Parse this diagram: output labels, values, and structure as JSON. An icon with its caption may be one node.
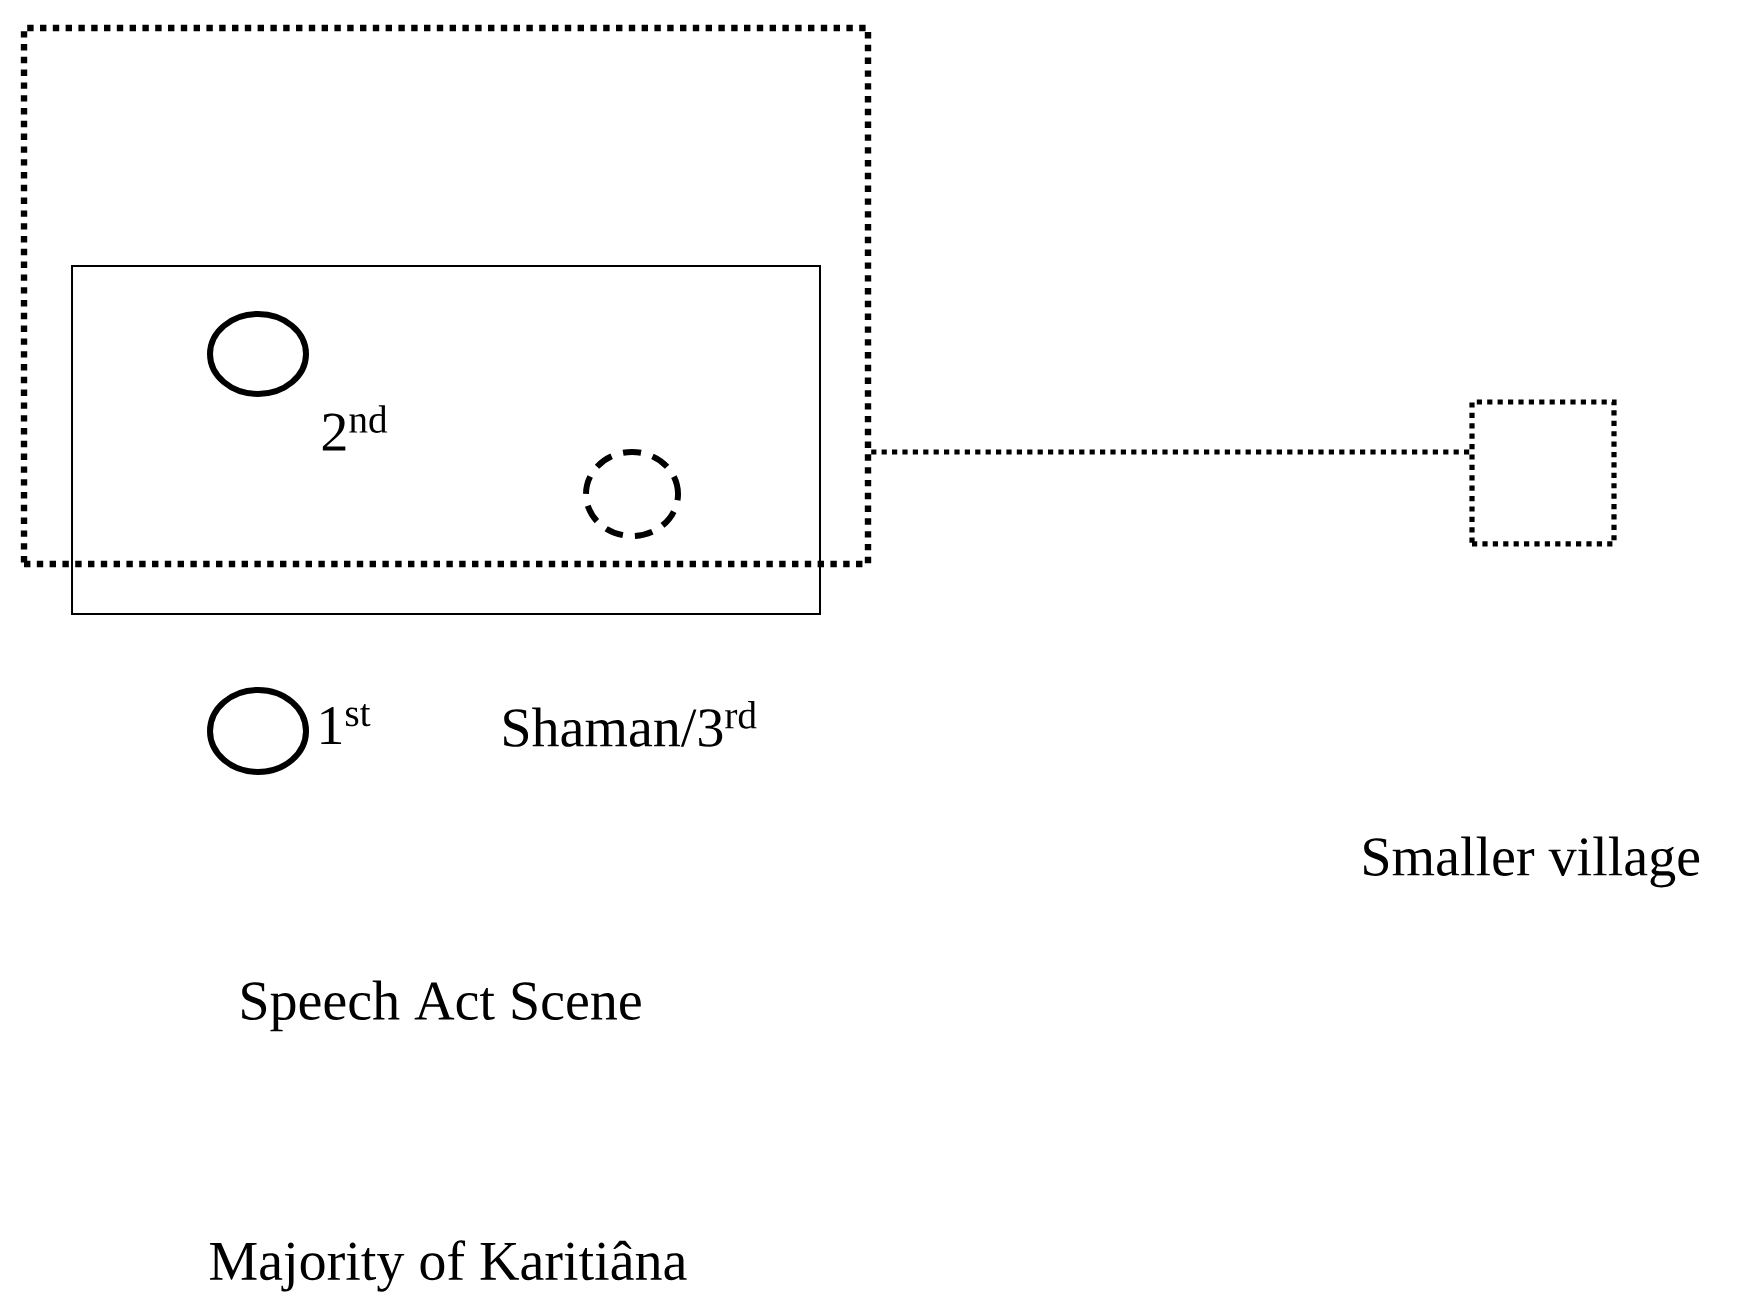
{
  "diagram": {
    "nodes": [
      {
        "text": [],
        "shape": "box"
      },
      {
        "text": [],
        "shape": "box"
      },
      {
        "text": [],
        "shape": "circle",
        "in": 1,
        "beside": [
          "2$^{nd}$"
        ]
      },
      {
        "text": [],
        "shape": "circle",
        "in": 1
      },
      {
        "text": [],
        "shape": "circle",
        "beside": [
          "1$^{st}$"
        ]
      },
      {
        "text": [],
        "shape": "box"
      }
    ],
    "edges": [
      {
        "from": 0,
        "to": 5,
        "arrow": "none"
      }
    ],
    "labels": [
      "Shaman/3$^{rd}$",
      "Smaller village",
      "Speech Act Scene",
      "Majority of Karitiâna"
    ]
  }
}
